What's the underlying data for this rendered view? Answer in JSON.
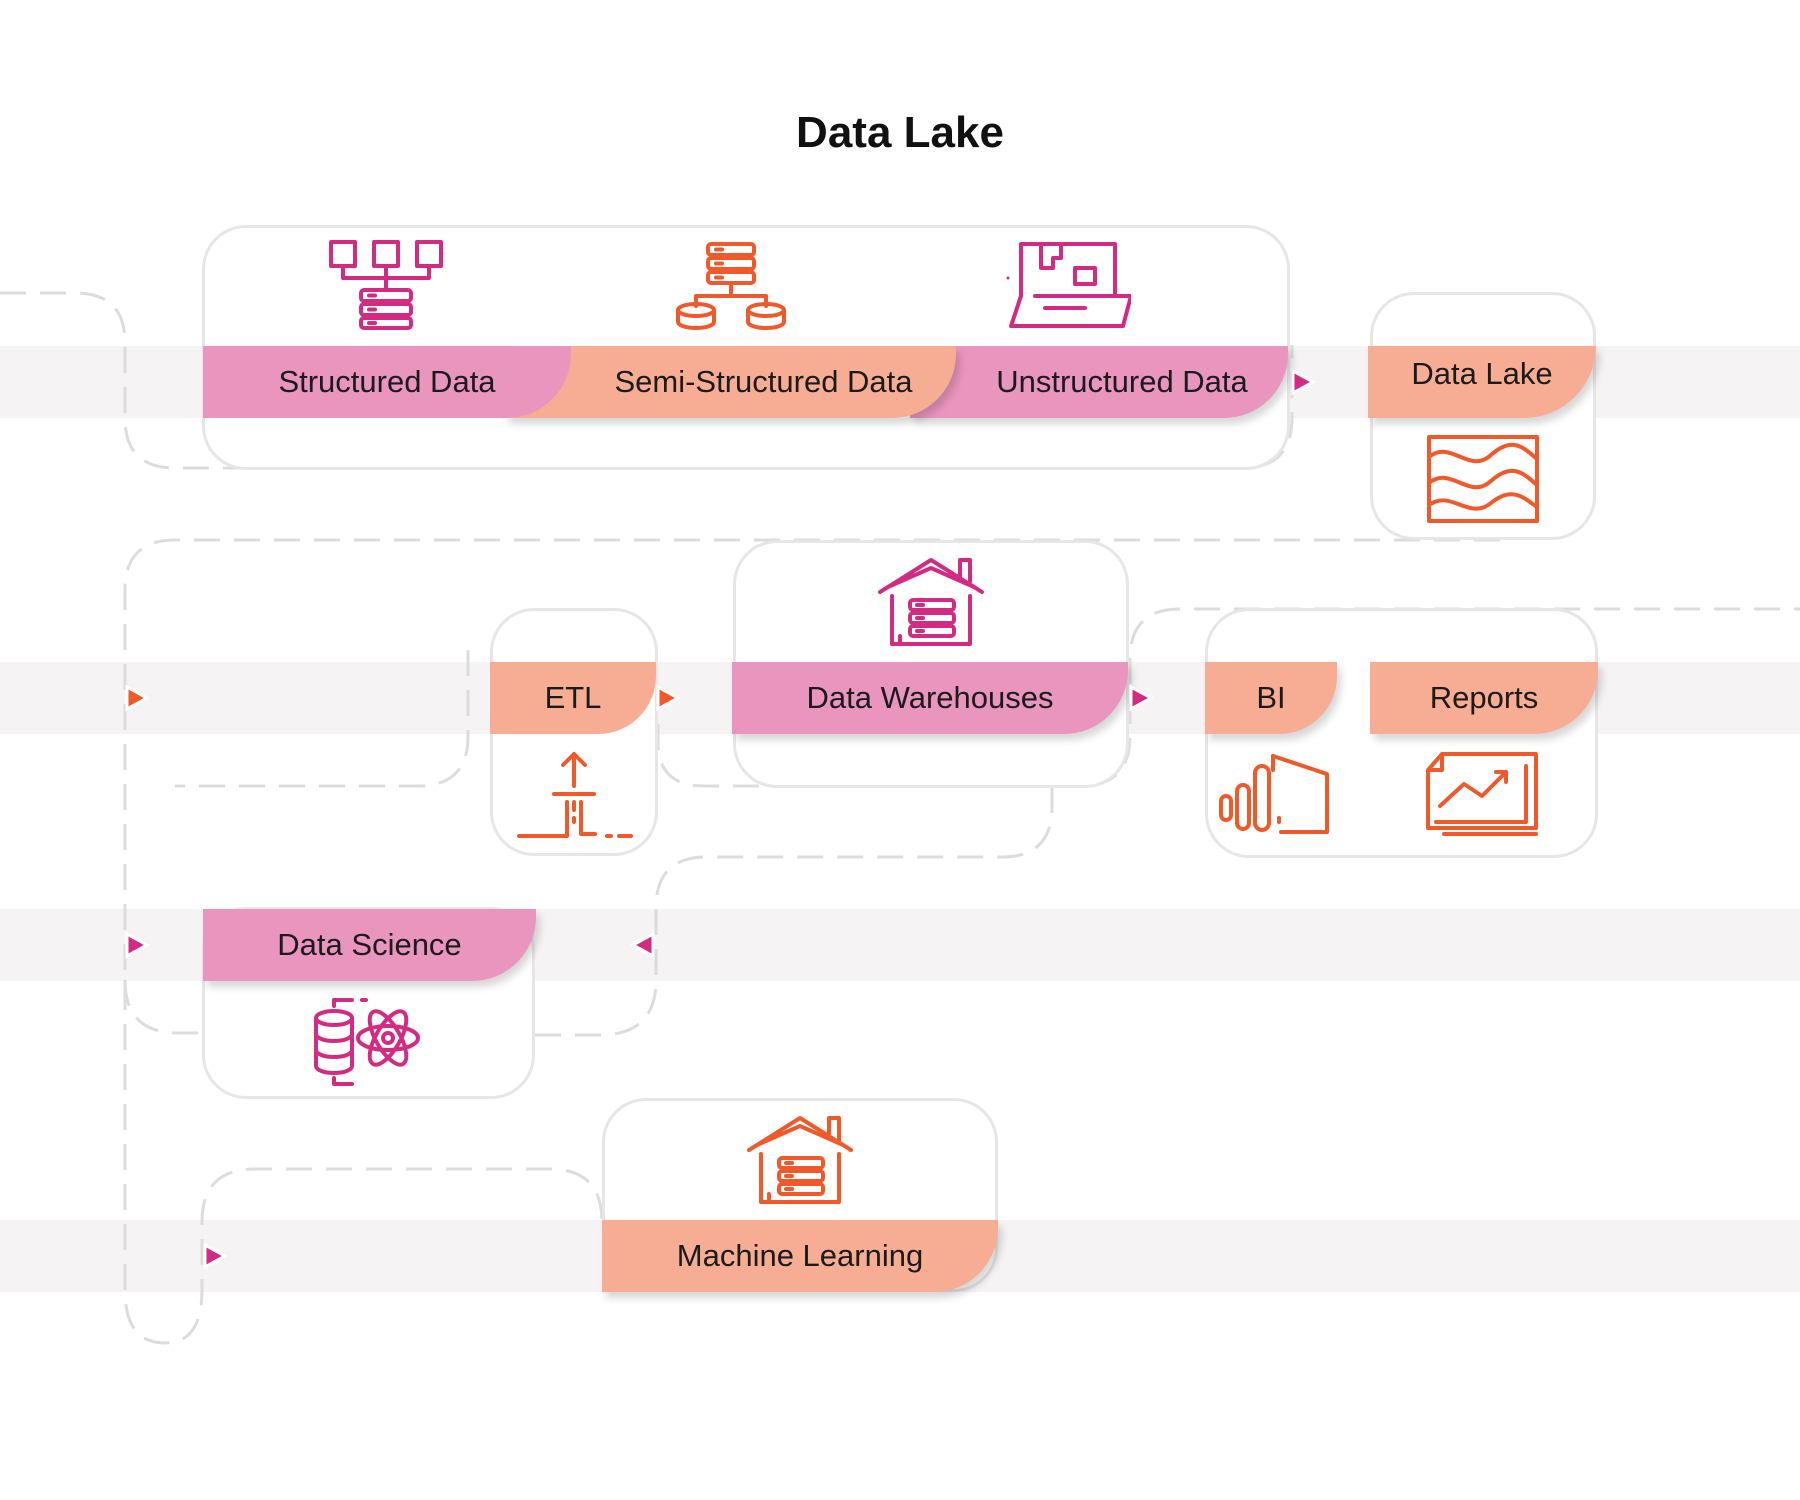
{
  "title": "Data Lake",
  "colors": {
    "pink": "#ea95bd",
    "peach": "#f7ad93",
    "icon_magenta": "#d32a82",
    "icon_orange": "#f0592a",
    "band": "#f6f3f4",
    "connector": "#dcdcdc"
  },
  "nodes": {
    "structured_data": {
      "label": "Structured Data",
      "icon": "hierarchy-database-icon"
    },
    "semi_structured_data": {
      "label": "Semi-Structured Data",
      "icon": "server-databases-icon"
    },
    "unstructured_data": {
      "label": "Unstructured Data",
      "icon": "puzzle-laptop-icon"
    },
    "data_lake": {
      "label": "Data Lake",
      "icon": "lake-waves-icon"
    },
    "etl": {
      "label": "ETL",
      "icon": "etl-pipeline-icon"
    },
    "data_warehouses": {
      "label": "Data Warehouses",
      "icon": "warehouse-icon"
    },
    "bi": {
      "label": "BI",
      "icon": "power-bi-icon"
    },
    "reports": {
      "label": "Reports",
      "icon": "report-chart-icon"
    },
    "data_science": {
      "label": "Data Science",
      "icon": "database-atom-icon"
    },
    "machine_learning": {
      "label": "Machine Learning",
      "icon": "warehouse-icon"
    }
  }
}
